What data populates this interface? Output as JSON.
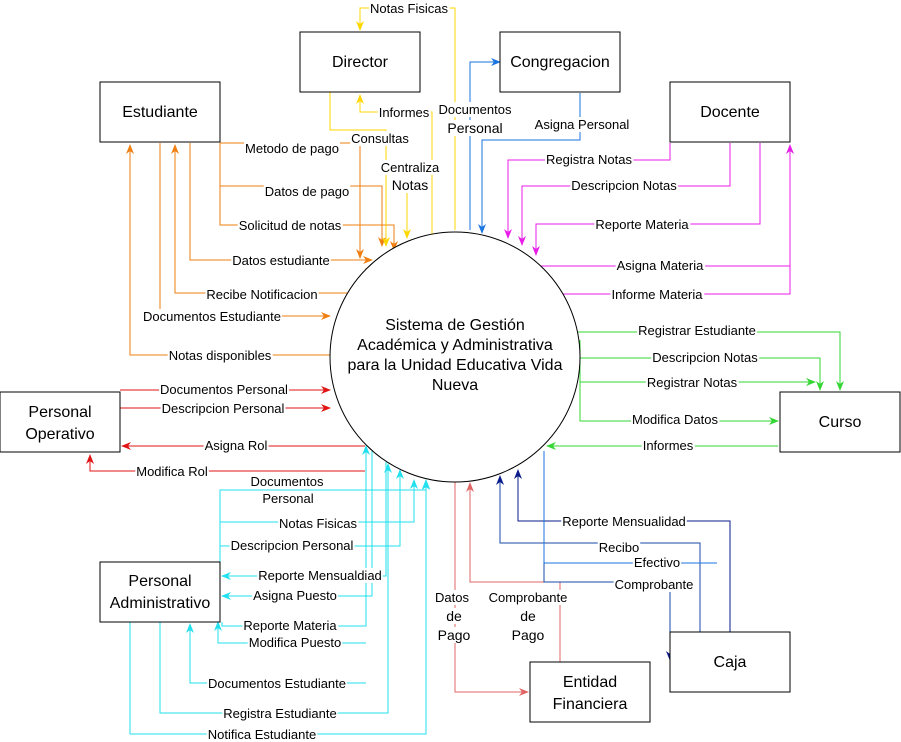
{
  "colors": {
    "orange": "#ef7f10",
    "yellow": "#ffd700",
    "blue": "#1a75e0",
    "magenta": "#e81ee8",
    "green": "#33d633",
    "red": "#e01414",
    "cyan": "#22e0ee",
    "navy": "#0a1a8a",
    "coral": "#e06666",
    "black": "#000000"
  },
  "center": {
    "lines": [
      "Sistema de Gestión",
      "Académica y Administrativa",
      "para la Unidad Educativa Vida",
      "Nueva"
    ]
  },
  "entities": {
    "director": {
      "lines": [
        "Director"
      ]
    },
    "congregacion": {
      "lines": [
        "Congregacion"
      ]
    },
    "estudiante": {
      "lines": [
        "Estudiante"
      ]
    },
    "docente": {
      "lines": [
        "Docente"
      ]
    },
    "personal_operativo": {
      "lines": [
        "Personal",
        "Operativo"
      ]
    },
    "curso": {
      "lines": [
        "Curso"
      ]
    },
    "personal_administrativo": {
      "lines": [
        "Personal",
        "Administrativo"
      ]
    },
    "caja": {
      "lines": [
        "Caja"
      ]
    },
    "entidad_financiera": {
      "lines": [
        "Entidad",
        "Financiera"
      ]
    }
  },
  "flows": {
    "director": [
      "Notas Fisicas",
      "Informes",
      "Consultas",
      "Centraliza",
      "Notas"
    ],
    "congregacion": [
      "Documentos",
      "Personal",
      "Asigna Personal"
    ],
    "estudiante": [
      "Metodo de pago",
      "Datos de pago",
      "Solicitud de notas",
      "Datos estudiante",
      "Recibe Notificacion",
      "Documentos Estudiante",
      "Notas disponibles"
    ],
    "docente": [
      "Registra Notas",
      "Descripcion Notas",
      "Reporte Materia",
      "Asigna Materia",
      "Informe Materia"
    ],
    "curso": [
      "Registrar Estudiante",
      "Descripcion Notas",
      "Registrar Notas",
      "Modifica Datos",
      "Informes"
    ],
    "personal_operativo": [
      "Documentos Personal",
      "Descripcion Personal",
      "Asigna Rol",
      "Modifica Rol"
    ],
    "personal_administrativo": [
      "Documentos",
      "Personal",
      "Notas Fisicas",
      "Descripcion Personal",
      "Reporte Mensualdiad",
      "Asigna Puesto",
      "Reporte Materia",
      "Modifica Puesto",
      "Documentos Estudiante",
      "Registra Estudiante",
      "Notifica Estudiante"
    ],
    "entidad_financiera": [
      "Datos",
      "de",
      "Pago",
      "Comprobante",
      "de",
      "Pago"
    ],
    "caja": [
      "Reporte Mensualidad",
      "Recibo",
      "Efectivo",
      "Comprobante"
    ]
  }
}
